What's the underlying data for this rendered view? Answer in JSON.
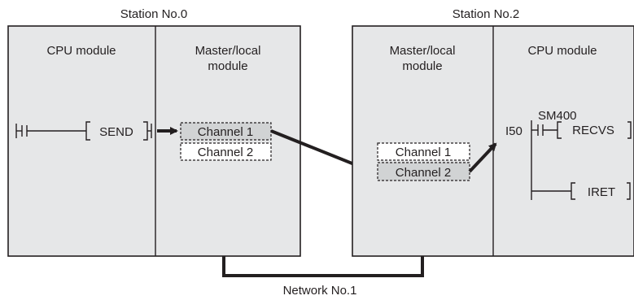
{
  "stations": {
    "left": {
      "title": "Station No.0",
      "cpu_label": "CPU module",
      "master_label_line1": "Master/local",
      "master_label_line2": "module",
      "instruction": "SEND",
      "channels": [
        "Channel 1",
        "Channel 2"
      ],
      "active_channel": "Channel 1"
    },
    "right": {
      "title": "Station No.2",
      "cpu_label": "CPU module",
      "master_label_line1": "Master/local",
      "master_label_line2": "module",
      "interrupt_pointer": "I50",
      "special_relay": "SM400",
      "instructions": [
        "RECVS",
        "IRET"
      ],
      "channels": [
        "Channel 1",
        "Channel 2"
      ],
      "active_channel": "Channel 2"
    }
  },
  "network_label": "Network No.1",
  "colors": {
    "panel_fill": "#e6e7e8",
    "line": "#231f20",
    "active_channel_fill": "#d1d3d4",
    "inactive_channel_fill": "#ffffff"
  }
}
